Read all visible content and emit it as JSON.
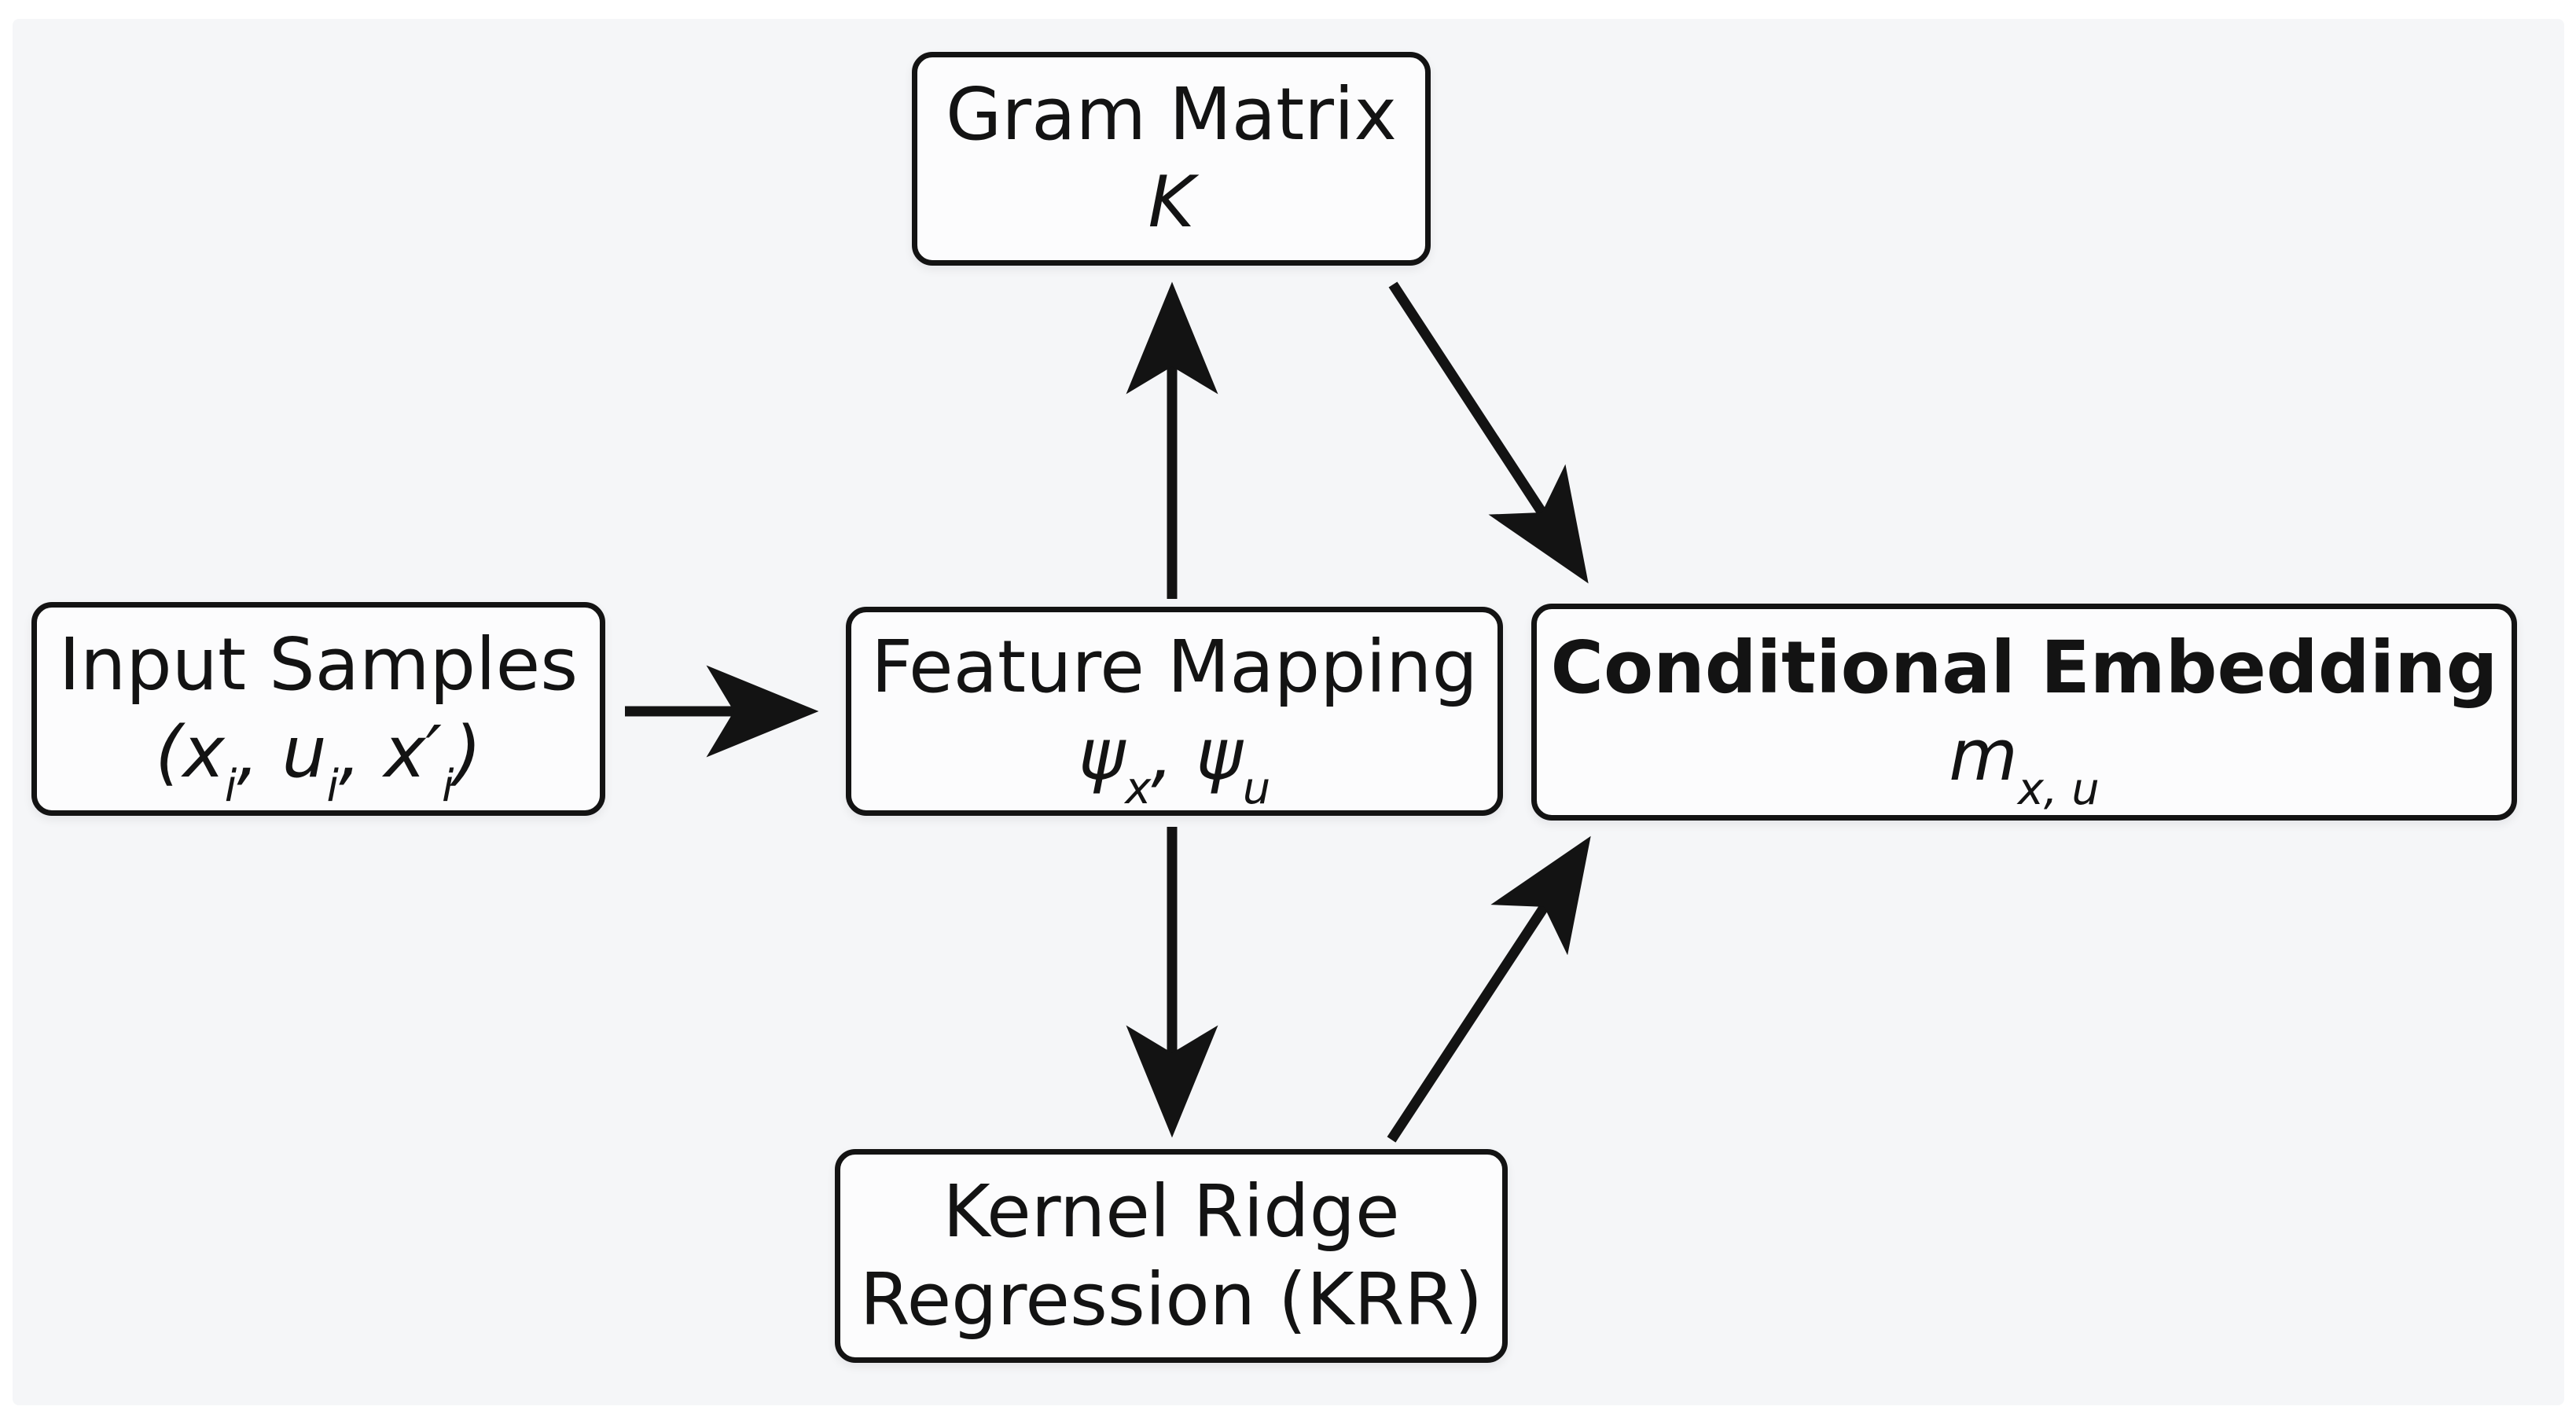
{
  "diagram": {
    "nodes": {
      "gram_matrix": {
        "title": "Gram Matrix",
        "math": "K"
      },
      "input_samples": {
        "title": "Input Samples",
        "math": "(x_i, u_i, x′_i)"
      },
      "feature_mapping": {
        "title": "Feature Mapping",
        "math": "ψ_x, ψ_u"
      },
      "conditional_embedding": {
        "title": "Conditional Embedding",
        "math": "m_{x, u}"
      },
      "krr": {
        "title_line1": "Kernel Ridge",
        "title_line2": "Regression (KRR)"
      }
    },
    "edges": [
      {
        "from": "input_samples",
        "to": "feature_mapping"
      },
      {
        "from": "feature_mapping",
        "to": "gram_matrix"
      },
      {
        "from": "gram_matrix",
        "to": "conditional_embedding"
      },
      {
        "from": "feature_mapping",
        "to": "krr"
      },
      {
        "from": "krr",
        "to": "conditional_embedding"
      }
    ],
    "colors": {
      "page_bg": "#ffffff",
      "panel_bg": "#f5f6f8",
      "box_fill": "#fcfcfd",
      "box_border": "#131313",
      "text": "#131313",
      "arrow": "#131313"
    }
  }
}
